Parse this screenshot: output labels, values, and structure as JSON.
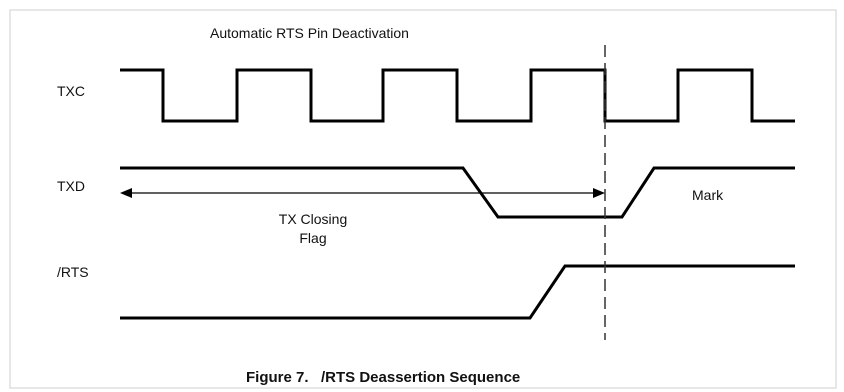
{
  "diagram": {
    "title": "Automatic RTS Pin Deactivation",
    "signals": {
      "txc": {
        "label": "TXC"
      },
      "txd": {
        "label": "TXD"
      },
      "rts": {
        "label": "/RTS"
      }
    },
    "annotations": {
      "closing_flag_line1": "TX Closing",
      "closing_flag_line2": "Flag",
      "mark": "Mark"
    },
    "caption": "Figure 7.   /RTS Deassertion Sequence"
  }
}
